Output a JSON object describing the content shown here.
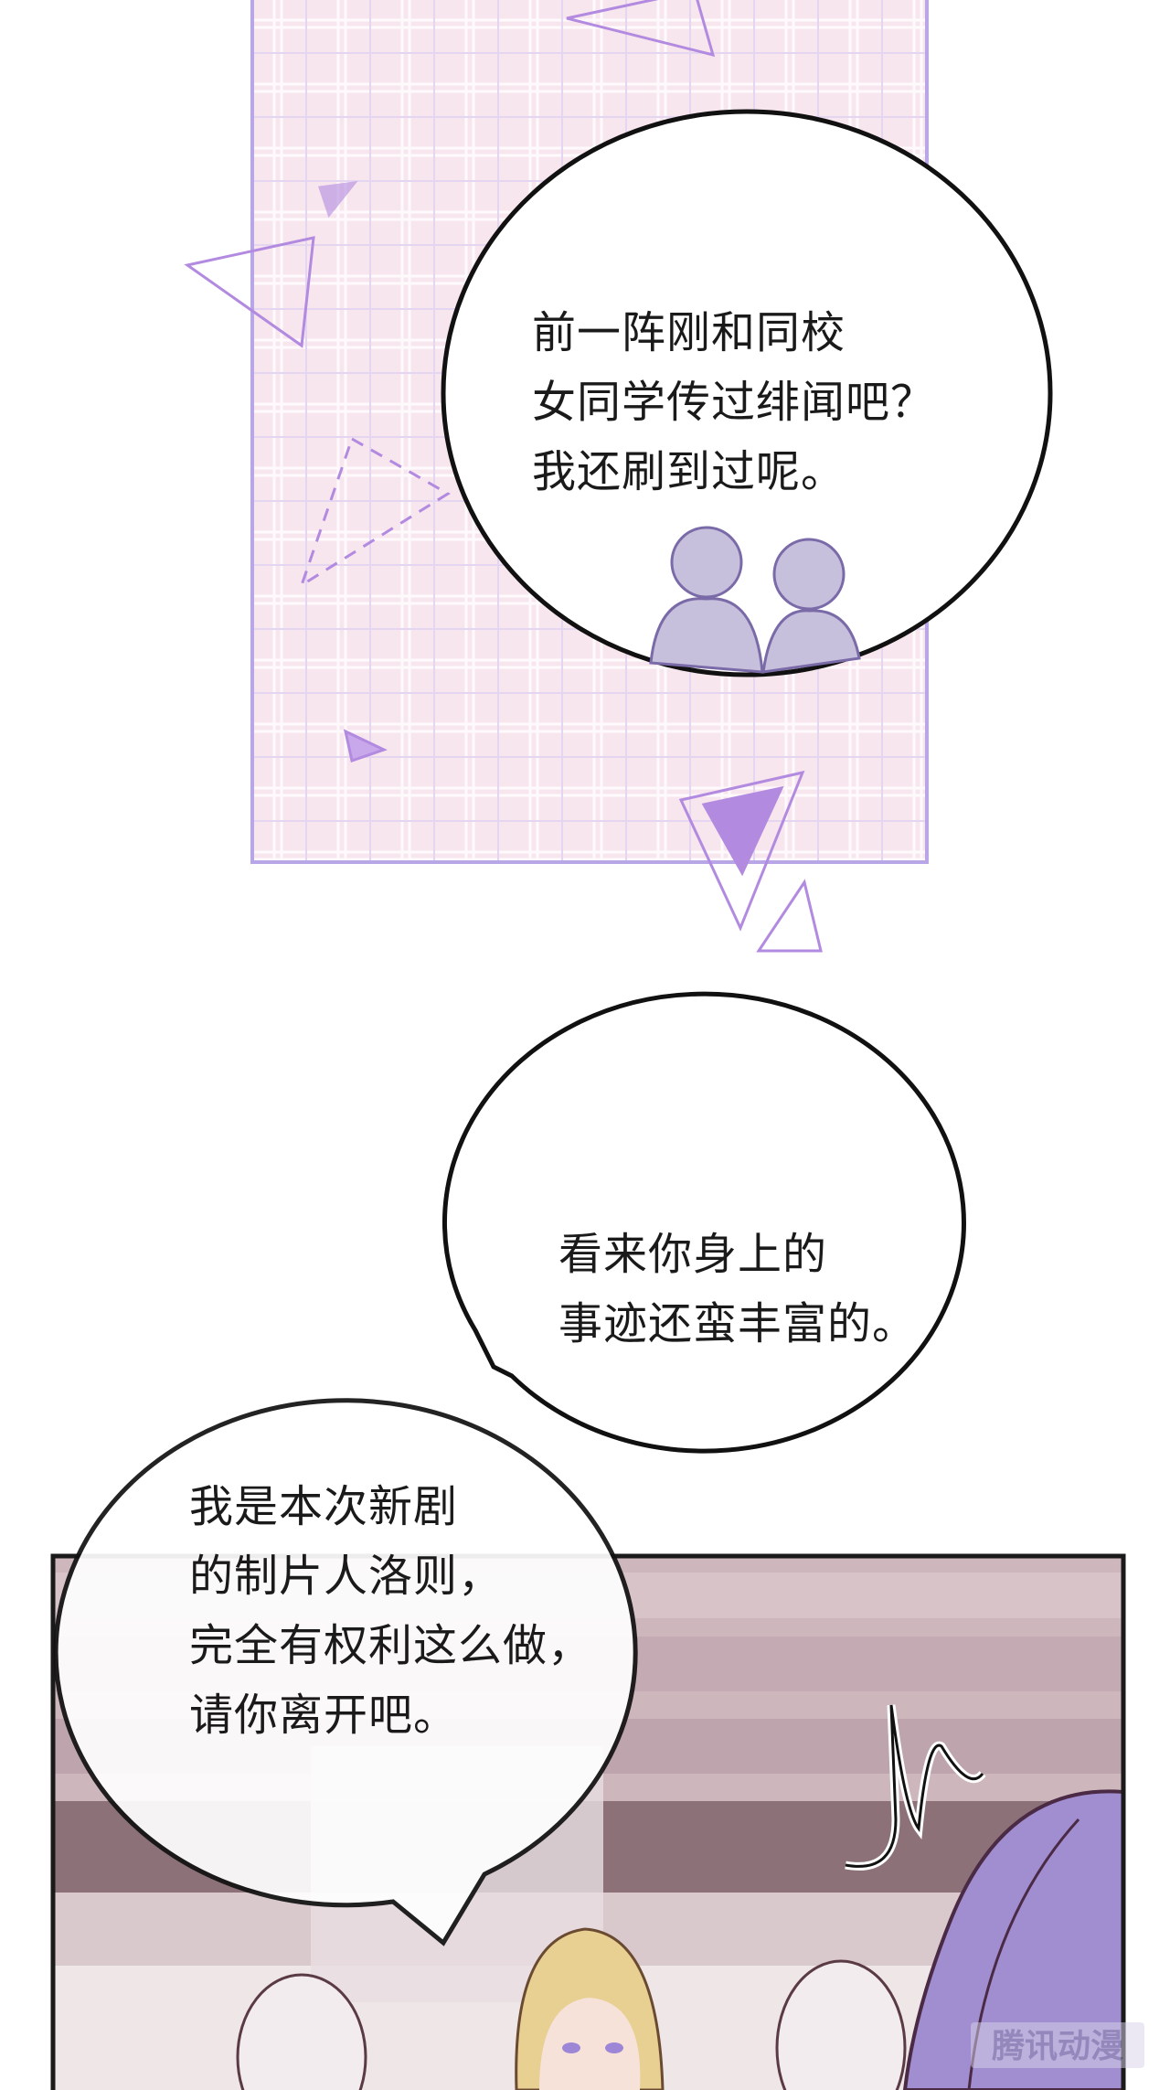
{
  "colors": {
    "grid_panel_bg": "#f8e6ee",
    "grid_panel_border": "#b9a6e6",
    "triangle": "#b28ae0",
    "panel_bg": "#c9b2b8",
    "hair_purple": "#a08ed0",
    "hair_blond": "#e8cf92"
  },
  "bubbles": [
    {
      "lines": [
        "前一阵刚和同校",
        "女同学传过绯闻吧？",
        "我还刷到过呢。"
      ]
    },
    {
      "lines": [
        "看来你身上的",
        "事迹还蛮丰富的。"
      ]
    },
    {
      "lines": [
        "我是本次新剧",
        "的制片人洛则，",
        "完全有权利这么做，",
        "请你离开吧。"
      ]
    }
  ],
  "watermark": "腾讯动漫"
}
